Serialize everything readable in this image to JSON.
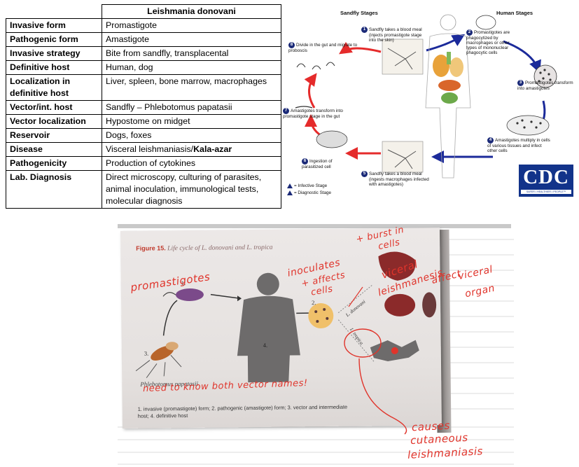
{
  "table": {
    "header": "Leishmania donovani",
    "rows": [
      {
        "key": "Invasive form",
        "value": "Promastigote"
      },
      {
        "key": "Pathogenic form",
        "value": "Amastigote"
      },
      {
        "key": "Invasive strategy",
        "value": "Bite from sandfly, transplacental"
      },
      {
        "key": "Definitive host",
        "value": "Human, dog"
      },
      {
        "key": "Localization in definitive host",
        "value": "Liver, spleen, bone marrow, macrophages"
      },
      {
        "key": "Vector/int. host",
        "value": "Sandfly – Phlebotomus papatasii"
      },
      {
        "key": "Vector localization",
        "value": "Hypostome on midget"
      },
      {
        "key": "Reservoir",
        "value": "Dogs, foxes"
      },
      {
        "key": "Disease",
        "value_plain": "Visceral leishmaniasis/",
        "value_bold": "Kala-azar"
      },
      {
        "key": "Pathogenicity",
        "value": "Production of cytokines"
      },
      {
        "key": "Lab. Diagnosis",
        "value": "Direct microscopy, culturing of parasites, animal inoculation, immunological tests, molecular diagnosis"
      }
    ]
  },
  "cdc": {
    "sandfly_heading": "Sandfly Stages",
    "human_heading": "Human Stages",
    "steps": [
      {
        "n": "1",
        "text": "Sandfly takes a blood meal",
        "sub": "(injects promastigote stage into the skin)"
      },
      {
        "n": "2",
        "text": "Promastigotes are phagocytized by macrophages or other types of mononuclear phagocytic cells"
      },
      {
        "n": "3",
        "text": "Promastigotes transform into amastigotes"
      },
      {
        "n": "4",
        "text": "Amastigotes multiply in cells of various tissues and infect other cells"
      },
      {
        "n": "5",
        "text": "Sandfly takes a blood meal",
        "sub": "(ingests macrophages infected with amastigotes)"
      },
      {
        "n": "6",
        "text": "Ingestion of parasitized cell"
      },
      {
        "n": "7",
        "text": "Amastigotes transform into promastigote stage in  the gut"
      },
      {
        "n": "8",
        "text": "Divide in the gut and migrate to proboscis"
      }
    ],
    "legend_infective": "= Infective Stage",
    "legend_diagnostic": "= Diagnostic Stage",
    "logo_text": "CDC",
    "logo_tagline": "SAFER • HEALTHIER • PEOPLE™"
  },
  "photo": {
    "figure_label": "Figure 15.",
    "figure_title": "Life cycle of L. donovani and L. tropica",
    "numbers": [
      "1.",
      "2.",
      "3.",
      "4."
    ],
    "vector_label": "Phlebotomus papatasii",
    "caption": "1. invasive (promastigote) form; 2. pathogenic (amastigote) form; 3. vector and intermediate host; 4. definitive host",
    "side_labels": [
      "L. donovani",
      "L. tropica"
    ],
    "handwriting": {
      "promastigotes": "promastigotes",
      "inoculates": "inoculates",
      "affects": "+ affects",
      "cells": "cells",
      "burst": "+ burst in",
      "burst_cells": "cells",
      "visceral1": "viceral",
      "visceral2": "leishmanesis",
      "affect": "affect",
      "visceral3": "viceral",
      "organ": "organ",
      "need": "need to know both vector names!",
      "causes": "causes",
      "cutaneous": "cutaneous",
      "leish": "leishmaniasis"
    }
  }
}
